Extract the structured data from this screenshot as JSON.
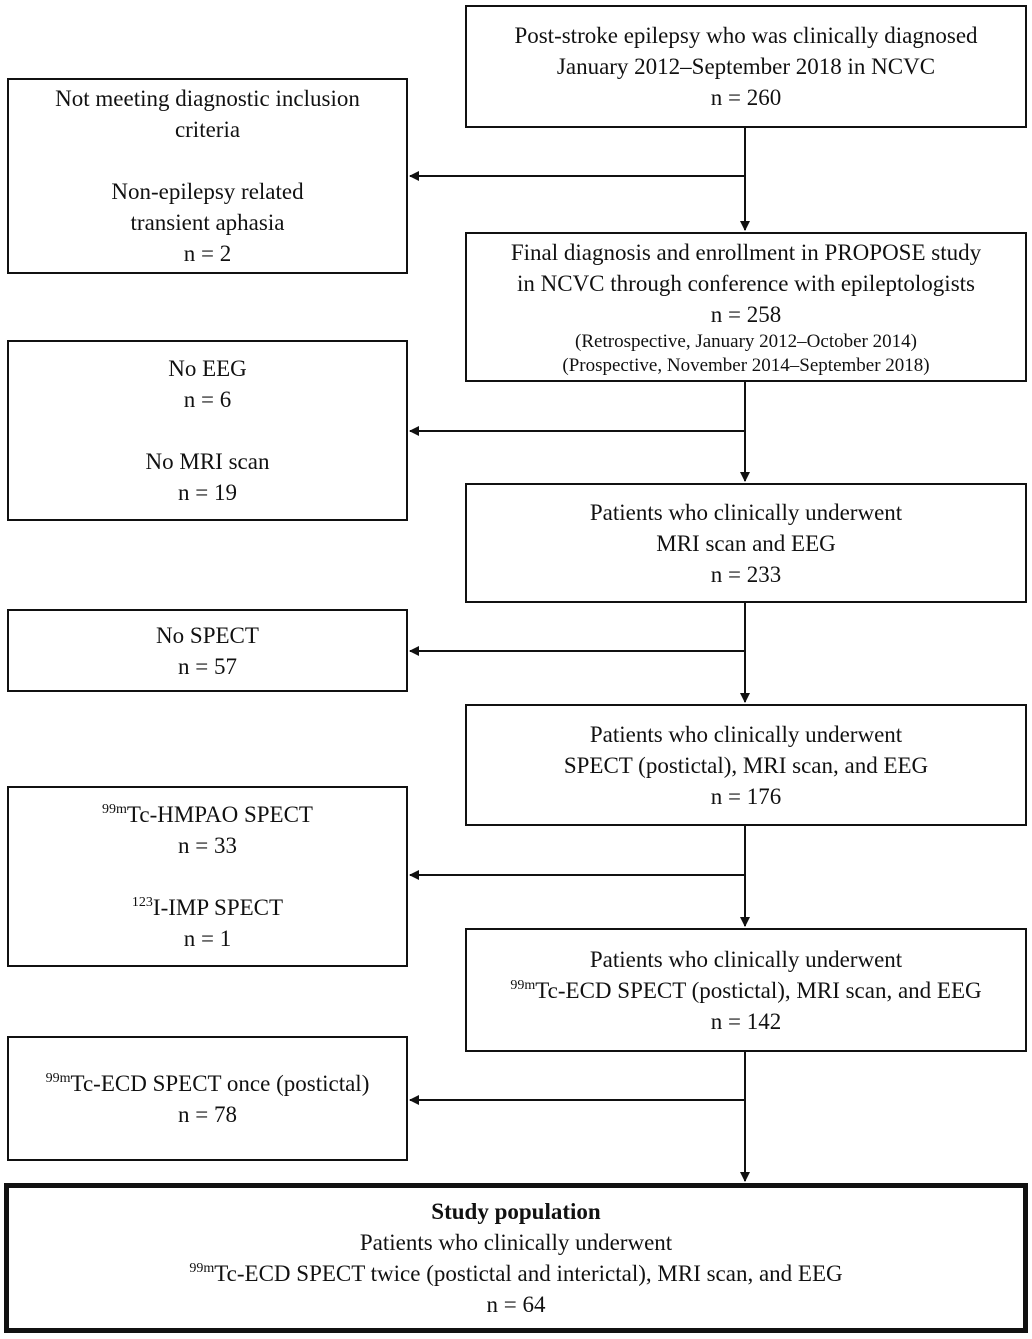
{
  "main": {
    "b1": {
      "line1": "Post-stroke epilepsy who was clinically diagnosed",
      "line2": "January 2012–September 2018 in NCVC",
      "n": "n = 260"
    },
    "b2": {
      "line1": "Final diagnosis and enrollment in PROPOSE study",
      "line2": "in NCVC through conference with epileptologists",
      "n": "n = 258",
      "note1": "(Retrospective, January 2012–October 2014)",
      "note2": "(Prospective, November 2014–September 2018)"
    },
    "b3": {
      "line1": "Patients who clinically underwent",
      "line2": "MRI scan and EEG",
      "n": "n = 233"
    },
    "b4": {
      "line1": "Patients who clinically underwent",
      "line2": "SPECT (postictal), MRI scan, and EEG",
      "n": "n = 176"
    },
    "b5": {
      "line1": "Patients who clinically underwent",
      "line2_sup": "99m",
      "line2_text": "Tc-ECD SPECT (postictal), MRI scan, and EEG",
      "n": "n = 142"
    },
    "final": {
      "title": "Study population",
      "line1": "Patients who clinically underwent",
      "line2_sup": "99m",
      "line2_text": "Tc-ECD SPECT twice (postictal and interictal), MRI scan, and EEG",
      "n": "n = 64"
    }
  },
  "excluded": {
    "e1": {
      "line1": "Not meeting diagnostic inclusion",
      "line2": "criteria",
      "line3": "Non-epilepsy related",
      "line4": "transient aphasia",
      "n": "n = 2"
    },
    "e2": {
      "line1": "No EEG",
      "n1": "n = 6",
      "line2": "No MRI scan",
      "n2": "n = 19"
    },
    "e3": {
      "line1": "No SPECT",
      "n": "n = 57"
    },
    "e4": {
      "sup1": "99m",
      "line1": "Tc-HMPAO SPECT",
      "n1": "n = 33",
      "sup2": "123",
      "line2": "I-IMP SPECT",
      "n2": "n = 1"
    },
    "e5": {
      "sup": "99m",
      "line1": "Tc-ECD SPECT once (postictal)",
      "n": "n = 78"
    }
  },
  "colors": {
    "stroke": "#111111",
    "background": "#ffffff"
  }
}
